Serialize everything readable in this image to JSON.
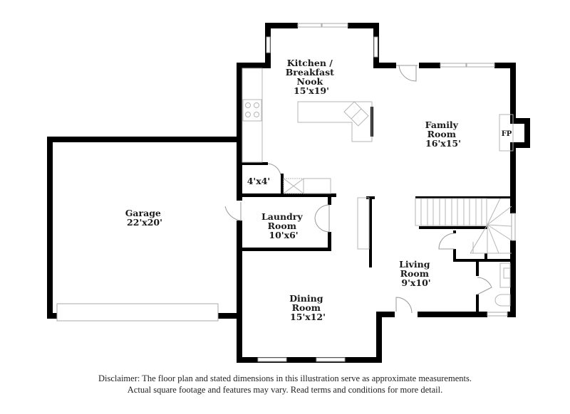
{
  "floorplan": {
    "rooms": [
      {
        "id": "kitchen",
        "lines": [
          "Kitchen /",
          "Breakfast",
          "Nook",
          "15'x19'"
        ]
      },
      {
        "id": "family",
        "lines": [
          "Family",
          "Room",
          "16'x15'"
        ]
      },
      {
        "id": "garage",
        "lines": [
          "Garage",
          "22'x20'"
        ]
      },
      {
        "id": "pantry",
        "lines": [
          "4'x4'"
        ]
      },
      {
        "id": "laundry",
        "lines": [
          "Laundry",
          "Room",
          "10'x6'"
        ]
      },
      {
        "id": "living",
        "lines": [
          "Living",
          "Room",
          "9'x10'"
        ]
      },
      {
        "id": "dining",
        "lines": [
          "Dining",
          "Room",
          "15'x12'"
        ]
      }
    ],
    "fixtures": {
      "fireplace": "FP"
    },
    "disclaimer": {
      "line1": "Disclaimer: The floor plan and stated dimensions in this illustration serve as approximate measurements.",
      "line2": "Actual square footage and features may vary. Read terms and conditions for more detail."
    }
  }
}
